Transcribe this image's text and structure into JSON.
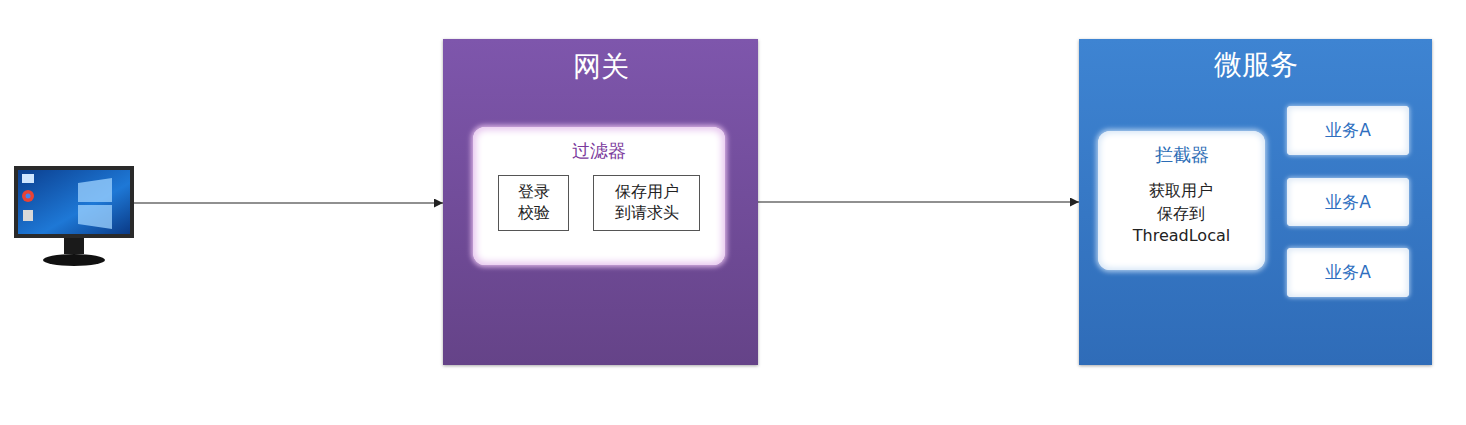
{
  "diagram": {
    "nodes": [
      {
        "text": [
          "网关"
        ]
      },
      {
        "text": [
          "过滤器"
        ],
        "in": 0
      },
      {
        "text": [
          "登录 校验"
        ],
        "in": 1
      },
      {
        "text": [
          "保存用户 到请求头"
        ],
        "in": 1
      },
      {
        "text": [
          "微服务"
        ]
      },
      {
        "text": [
          "拦截器",
          "获取用户 保存到 ThreadLocal"
        ],
        "in": 4
      },
      {
        "text": [
          "业务A"
        ],
        "in": 4
      },
      {
        "text": [
          "业务A"
        ],
        "in": 4
      },
      {
        "text": [
          "业务A"
        ],
        "in": 4
      }
    ],
    "edges": [
      {
        "from": 0,
        "to": 4,
        "arrow": "to"
      }
    ]
  }
}
